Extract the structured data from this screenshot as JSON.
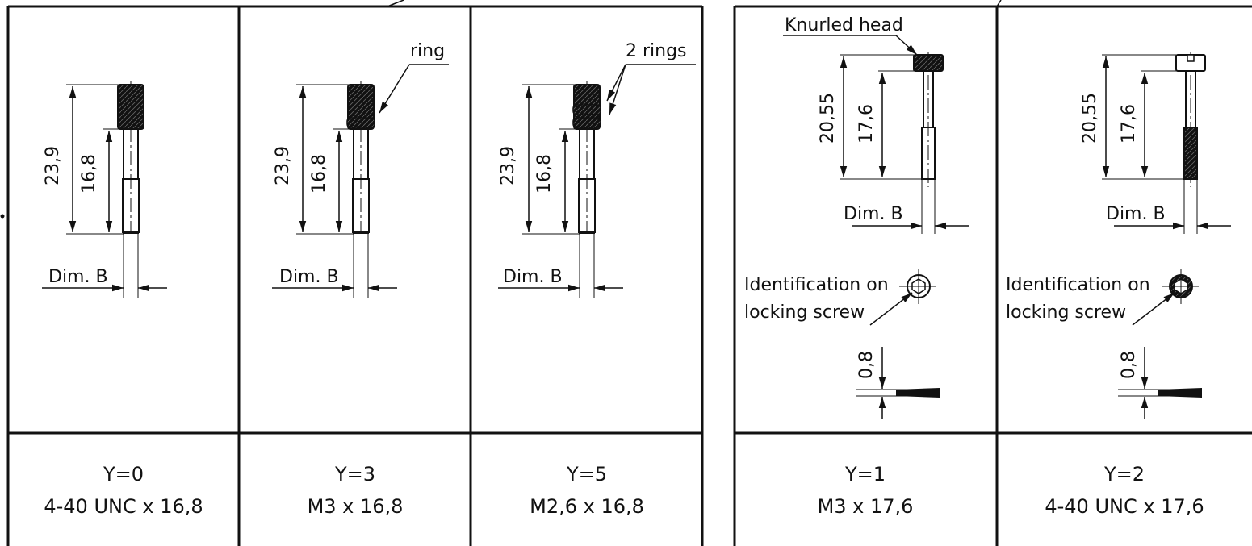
{
  "panels": [
    {
      "type": "knurled",
      "rings": 0,
      "dim_total": "23,9",
      "dim_shaft": "16,8",
      "dim_b": "Dim. B",
      "callout": "",
      "code": "Y=0",
      "thread": "4-40 UNC x 16,8"
    },
    {
      "type": "knurled",
      "rings": 1,
      "dim_total": "23,9",
      "dim_shaft": "16,8",
      "dim_b": "Dim. B",
      "callout": "ring",
      "code": "Y=3",
      "thread": "M3 x 16,8"
    },
    {
      "type": "knurled",
      "rings": 2,
      "dim_total": "23,9",
      "dim_shaft": "16,8",
      "dim_b": "Dim. B",
      "callout": "2 rings",
      "code": "Y=5",
      "thread": "M2,6 x 16,8"
    },
    {
      "type": "small",
      "filled": true,
      "dim_total": "20,55",
      "dim_shaft": "17,6",
      "dim_b": "Dim. B",
      "callout": "Knurled head",
      "ident_line1": "Identification on",
      "ident_line2": "locking screw",
      "dim_small": "0,8",
      "code": "Y=1",
      "thread": "M3 x 17,6"
    },
    {
      "type": "small",
      "filled": false,
      "dim_total": "20,55",
      "dim_shaft": "17,6",
      "dim_b": "Dim. B",
      "callout": "",
      "ident_line1": "Identification on",
      "ident_line2": "locking screw",
      "dim_small": "0,8",
      "code": "Y=2",
      "thread": "4-40 UNC x 17,6"
    }
  ]
}
